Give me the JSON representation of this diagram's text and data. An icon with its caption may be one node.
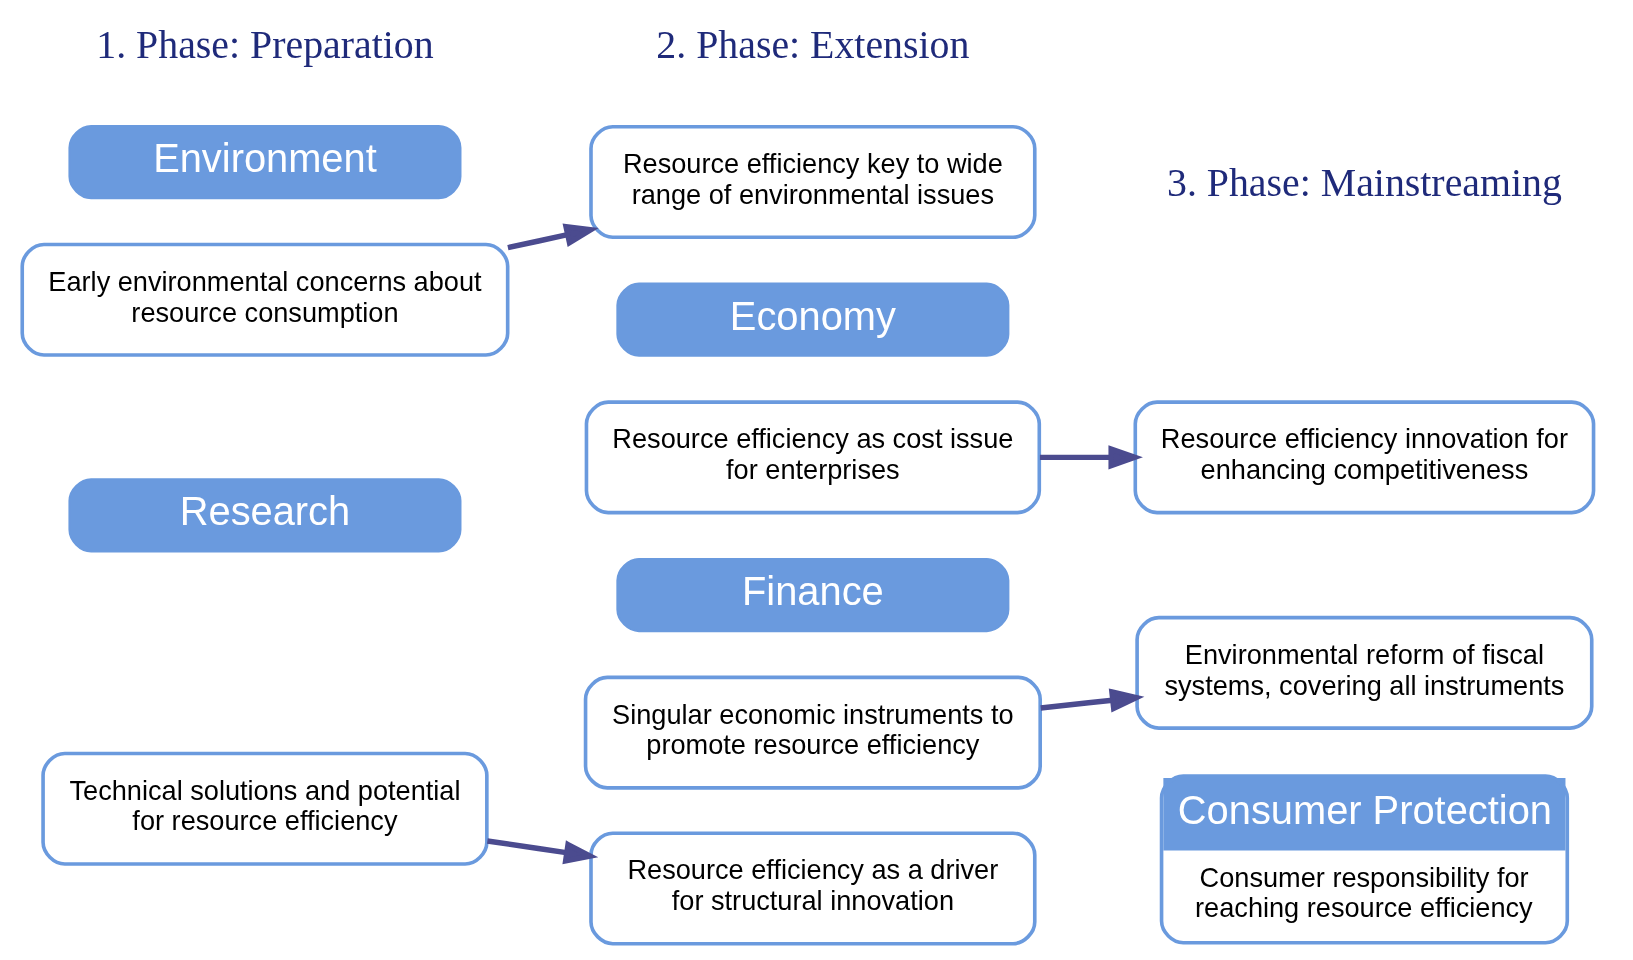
{
  "diagram": {
    "nodes": [
      {
        "text": [
          "Environment"
        ]
      },
      {
        "text": [
          "Early environmental concerns about resource consumption"
        ]
      },
      {
        "text": [
          "Resource efficiency key to wide range of environmental issues"
        ]
      },
      {
        "text": [
          "Economy"
        ]
      },
      {
        "text": [
          "Resource efficiency as cost issue for enterprises"
        ]
      },
      {
        "text": [
          "Resource efficiency innovation for enhancing competitiveness"
        ]
      },
      {
        "text": [
          "Finance"
        ]
      },
      {
        "text": [
          "Singular economic instruments to promote resource efficiency"
        ]
      },
      {
        "text": [
          "Environmental reform of fiscal systems, covering all instruments"
        ]
      },
      {
        "text": [
          "Research"
        ]
      },
      {
        "text": [
          "Technical solutions and potential for resource efficiency"
        ]
      },
      {
        "text": [
          "Resource efficiency as a driver for structural innovation"
        ]
      },
      {
        "text": [
          "Consumer Protection",
          "Consumer responsibility for reaching resource efficiency"
        ]
      }
    ],
    "edges": [
      {
        "from": 1,
        "to": 2,
        "arrow": "to"
      },
      {
        "from": 4,
        "to": 5,
        "arrow": "to"
      },
      {
        "from": 7,
        "to": 8,
        "arrow": "to"
      },
      {
        "from": 10,
        "to": 11,
        "arrow": "to"
      }
    ],
    "labels": [
      "1. Phase: Preparation",
      "2. Phase: Extension",
      "3. Phase: Mainstreaming"
    ]
  }
}
